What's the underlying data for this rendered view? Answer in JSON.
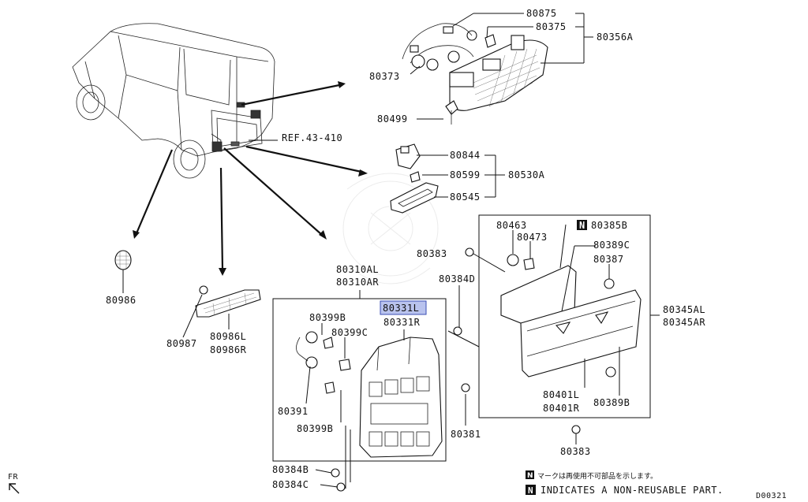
{
  "diagram": {
    "reference": "REF.43-410",
    "page_code": "D00321",
    "orientation_label": "FR",
    "highlighted_part": "80331L",
    "parts": {
      "p80875": "80875",
      "p80375": "80375",
      "p80356A": "80356A",
      "p80373": "80373",
      "p80499": "80499",
      "p80844": "80844",
      "p80599": "80599",
      "p80530A": "80530A",
      "p80545": "80545",
      "p80463": "80463",
      "p80385B": "80385B",
      "p80473": "80473",
      "p80389C": "80389C",
      "p80383a": "80383",
      "p80387": "80387",
      "p80384D": "80384D",
      "p80345AL": "80345AL",
      "p80345AR": "80345AR",
      "p80310AL": "80310AL",
      "p80310AR": "80310AR",
      "p80331L": "80331L",
      "p80331R": "80331R",
      "p80399Ba": "80399B",
      "p80399C": "80399C",
      "p80986": "80986",
      "p80987": "80987",
      "p80986L": "80986L",
      "p80986R": "80986R",
      "p80391": "80391",
      "p80399Bb": "80399B",
      "p80381": "80381",
      "p80401L": "80401L",
      "p80401R": "80401R",
      "p80389B": "80389B",
      "p80383b": "80383",
      "p80384B": "80384B",
      "p80384C": "80384C"
    },
    "notes": {
      "n_badge": "N",
      "japanese": "マークは再使用不可部品を示します。",
      "english": "INDICATES A NON-REUSABLE PART."
    }
  }
}
